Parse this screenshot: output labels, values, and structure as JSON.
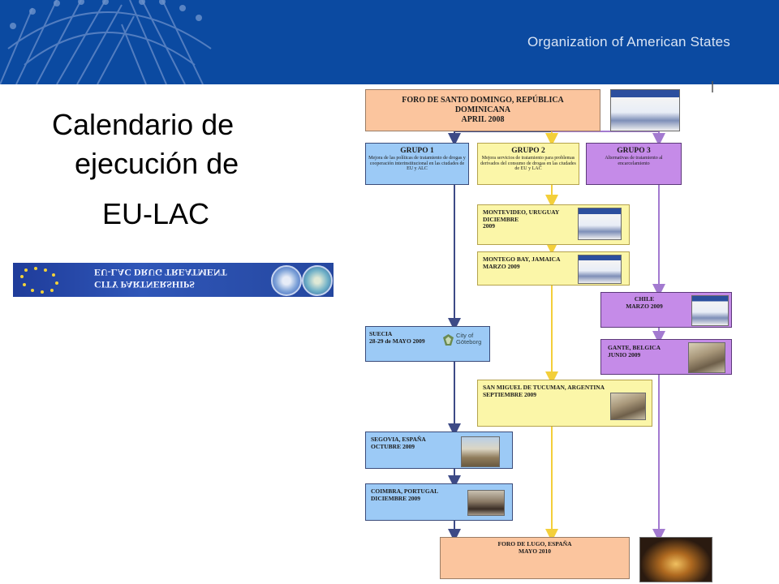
{
  "header": {
    "org_name": "Organization of American States"
  },
  "title": {
    "line1": "Calendario de",
    "line2": "ejecución de",
    "line3": "EU-LAC"
  },
  "banner": {
    "line1": "CITY PARTNERSHIPS",
    "line2": "EU-LAC DRUG TREATMENT"
  },
  "diagram": {
    "forum_top": {
      "line1": "FORO DE SANTO DOMINGO, REPÚBLICA",
      "line2": "DOMINICANA",
      "line3": "APRIL 2008"
    },
    "group1": {
      "title": "GRUPO 1",
      "subtitle": "Mejora de las políticas de tratamiento de drogas y cooperación interinstitucional en las ciudades de EU y ALC"
    },
    "group2": {
      "title": "GRUPO 2",
      "subtitle": "Mejora servicios de tratamiento para problemas derivados del consumo de drogas en las ciudades de EU y LAC"
    },
    "group3": {
      "title": "GRUPO 3",
      "subtitle": "Alternativas de tratamiento al encarcelamiento"
    },
    "montevideo": {
      "line1": "MONTEVIDEO, URUGUAY",
      "line2": "DICIEMBRE",
      "line3": "2009"
    },
    "montego": {
      "line1": "MONTEGO BAY, JAMAICA",
      "line2": "MARZO 2009"
    },
    "chile": {
      "line1": "CHILE",
      "line2": "MARZO 2009"
    },
    "suecia": {
      "line1": "SUECIA",
      "line2": "28-29 de MAYO 2009"
    },
    "goteborg": {
      "line1": "City of",
      "line2": "Göteborg"
    },
    "gante": {
      "line1": "GANTE, BELGICA",
      "line2": "JUNIO 2009"
    },
    "tucuman": {
      "line1": "SAN MIGUEL DE TUCUMAN, ARGENTINA",
      "line2": "SEPTIEMBRE 2009"
    },
    "segovia": {
      "line1": "SEGOVIA, ESPAÑA",
      "line2": "OCTUBRE 2009"
    },
    "coimbra": {
      "line1": "COIMBRA, PORTUGAL",
      "line2": "DICIEMBRE 2009"
    },
    "lugo": {
      "line1": "FORO DE LUGO, ESPAÑA",
      "line2": "MAYO 2010"
    },
    "colors": {
      "orange": "#fbc59e",
      "blue": "#9ccaf6",
      "yellow": "#fbf6a8",
      "purple": "#c58be8",
      "line_blue": "#3d4a86",
      "line_yellow": "#f3cf3a",
      "line_purple": "#a37ad0"
    }
  }
}
